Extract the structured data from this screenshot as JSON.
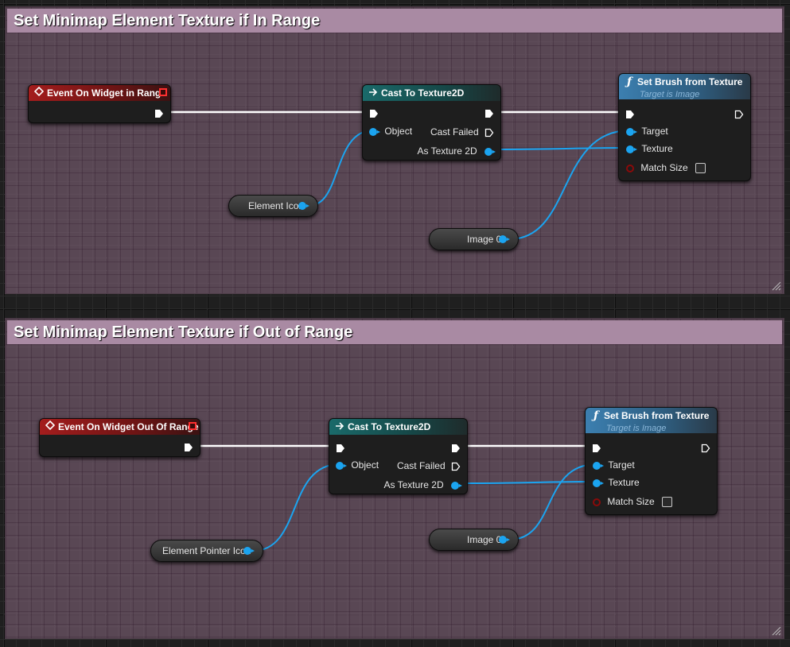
{
  "comment1": {
    "title": "Set Minimap Element Texture if In Range",
    "event_node": {
      "title": "Event On Widget in Range"
    },
    "cast_node": {
      "title": "Cast To Texture2D",
      "object_pin": "Object",
      "cast_failed_pin": "Cast Failed",
      "as_texture_pin": "As Texture 2D"
    },
    "func_node": {
      "title": "Set Brush from Texture",
      "subtitle": "Target is Image",
      "target_pin": "Target",
      "texture_pin": "Texture",
      "match_size_pin": "Match Size"
    },
    "var_element": {
      "label": "Element Icon"
    },
    "var_image": {
      "label": "Image 0"
    }
  },
  "comment2": {
    "title": "Set Minimap Element Texture if Out of Range",
    "event_node": {
      "title": "Event On Widget Out Of Range"
    },
    "cast_node": {
      "title": "Cast To Texture2D",
      "object_pin": "Object",
      "cast_failed_pin": "Cast Failed",
      "as_texture_pin": "As Texture 2D"
    },
    "func_node": {
      "title": "Set Brush from Texture",
      "subtitle": "Target is Image",
      "target_pin": "Target",
      "texture_pin": "Texture",
      "match_size_pin": "Match Size"
    },
    "var_element": {
      "label": "Element Pointer Icon"
    },
    "var_image": {
      "label": "Image 0"
    }
  },
  "colors": {
    "exec_wire": "#ffffff",
    "object_wire": "#1ba4f0",
    "event_header": "#a41d1d",
    "cast_header": "#1a6a6a",
    "function_header": "#3c7fb0",
    "comment_header": "#a98aa3",
    "bool_pin": "#8a0a0a"
  },
  "icons": {
    "event": "event-diamond-icon",
    "cast": "cast-arrow-icon",
    "function": "function-f-icon",
    "delegate": "delegate-square-icon"
  }
}
